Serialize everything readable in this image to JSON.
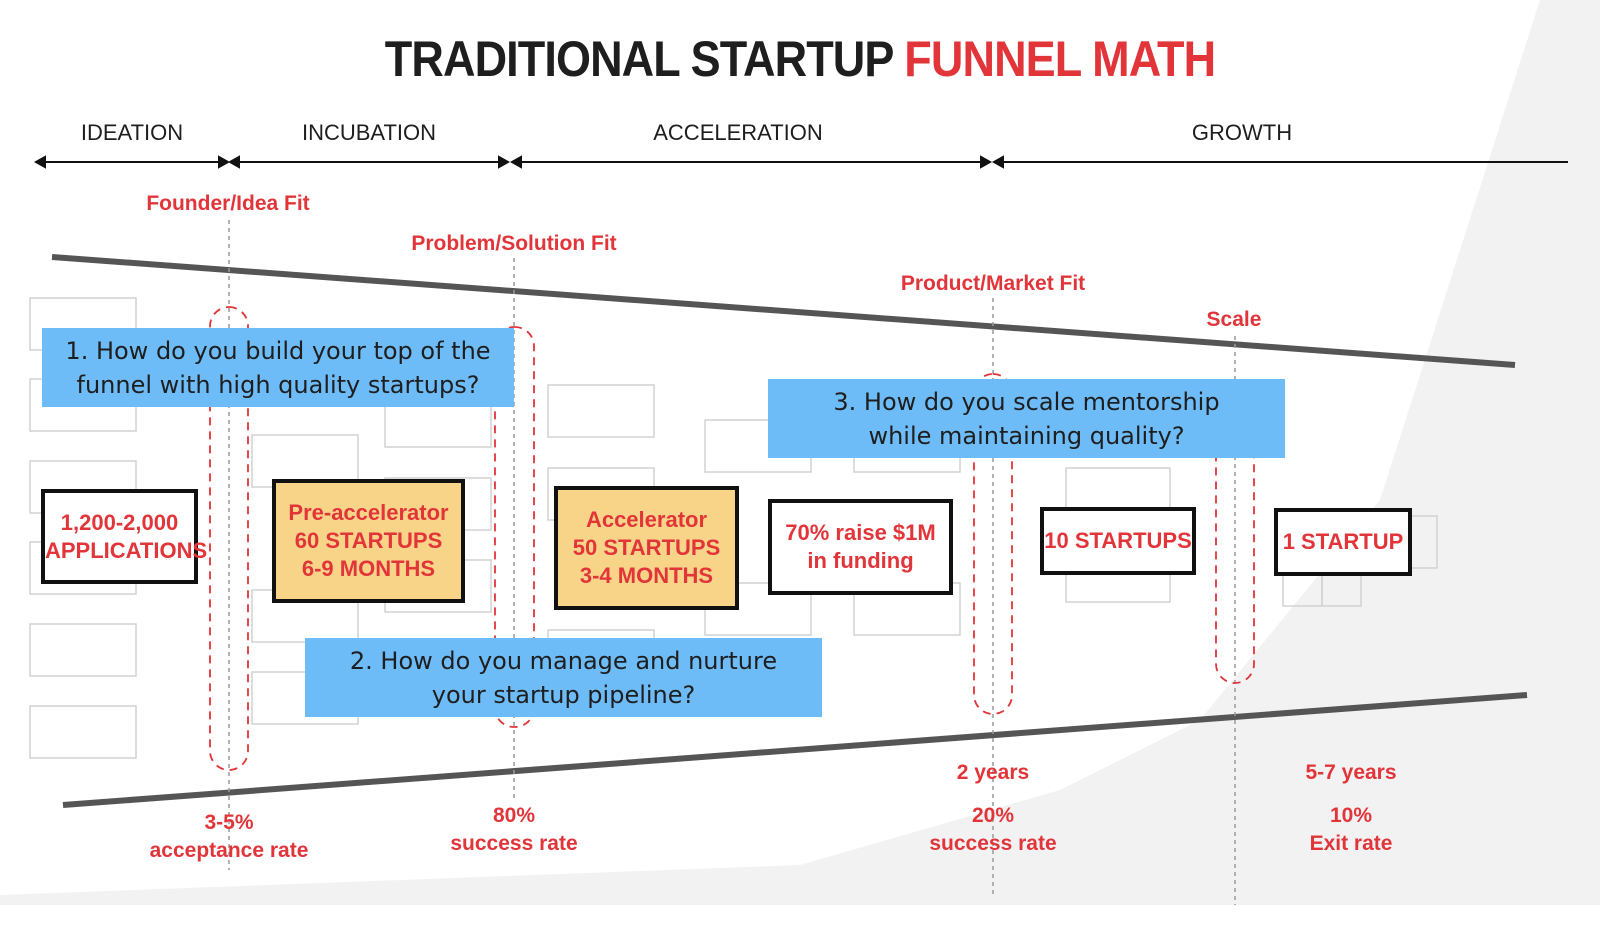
{
  "title": {
    "part1": "TRADITIONAL STARTUP",
    "part2": "FUNNEL MATH"
  },
  "stages": [
    "IDEATION",
    "INCUBATION",
    "ACCELERATION",
    "GROWTH"
  ],
  "milestones": {
    "founder_idea_fit": "Founder/Idea Fit",
    "problem_solution_fit": "Problem/Solution Fit",
    "product_market_fit": "Product/Market Fit",
    "scale": "Scale"
  },
  "questions": {
    "q1": {
      "line1": "1. How do you build your top of the",
      "line2": "funnel with high quality startups?"
    },
    "q2": {
      "line1": "2. How do you manage and nurture",
      "line2": "your startup pipeline?"
    },
    "q3": {
      "line1": "3. How do you scale mentorship",
      "line2": "while maintaining quality?"
    }
  },
  "boxes": {
    "applications": {
      "line1": "1,200-2,000",
      "line2": "APPLICATIONS"
    },
    "pre_accelerator": {
      "line1": "Pre-accelerator",
      "line2": "60 STARTUPS",
      "line3": "6-9 MONTHS"
    },
    "accelerator": {
      "line1": "Accelerator",
      "line2": "50 STARTUPS",
      "line3": "3-4 MONTHS"
    },
    "funding": {
      "line1": "70% raise $1M",
      "line2": "in funding"
    },
    "ten_startups": {
      "line1": "10 STARTUPS"
    },
    "one_startup": {
      "line1": "1 STARTUP"
    }
  },
  "stats": {
    "acceptance": {
      "value": "3-5%",
      "label": "acceptance rate"
    },
    "success_80": {
      "value": "80%",
      "label": "success rate"
    },
    "two_years": "2 years",
    "success_20": {
      "value": "20%",
      "label": "success rate"
    },
    "five_seven_years": "5-7 years",
    "exit": {
      "value": "10%",
      "label": "Exit rate"
    }
  },
  "colors": {
    "accent": "#e2353a",
    "question_bg": "#6ebcf7",
    "stage_box_bg": "#f7d488",
    "funnel_line": "#555555"
  }
}
